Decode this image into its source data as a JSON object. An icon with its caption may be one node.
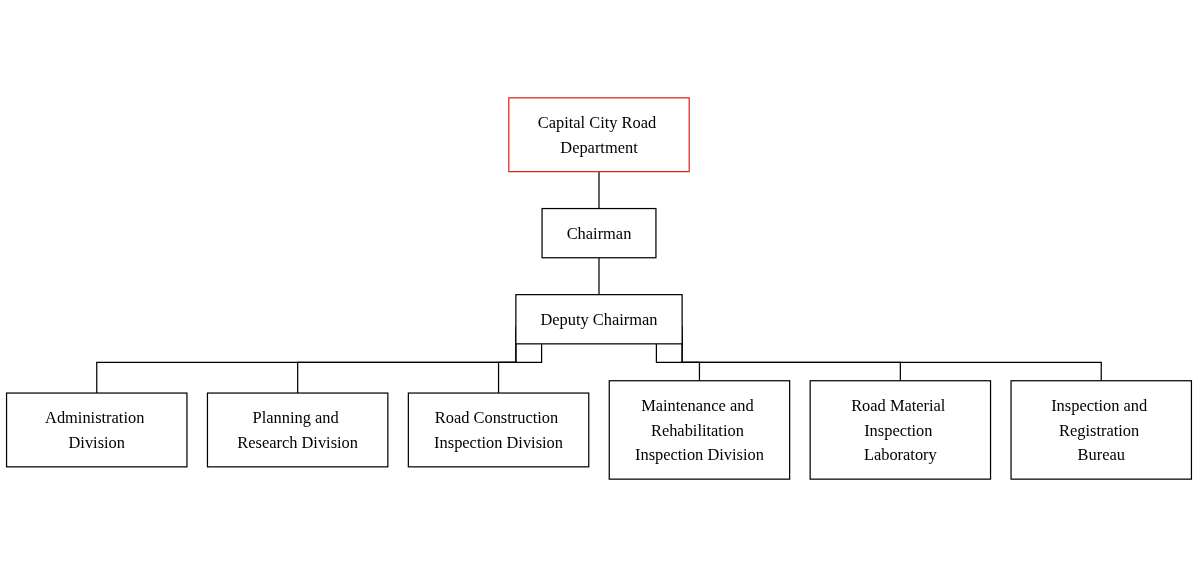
{
  "diagram": {
    "nodes": [
      {
        "text": [
          "Capital City Road Department"
        ]
      },
      {
        "text": [
          "Chairman"
        ]
      },
      {
        "text": [
          "Deputy Chairman"
        ]
      },
      {
        "text": [
          "Administration Division"
        ]
      },
      {
        "text": [
          "Planning and Research Division"
        ]
      },
      {
        "text": [
          "Road Construction Inspection Division"
        ]
      },
      {
        "text": [
          "Maintenance and Rehabilitation Inspection Division"
        ]
      },
      {
        "text": [
          "Road Material Inspection Laboratory"
        ]
      },
      {
        "text": [
          "Inspection and Registration Bureau"
        ]
      }
    ],
    "edges": [
      {
        "from": 0,
        "to": 1,
        "arrow": "none"
      },
      {
        "from": 1,
        "to": 2,
        "arrow": "none"
      },
      {
        "from": 2,
        "to": 3,
        "arrow": "none"
      },
      {
        "from": 2,
        "to": 4,
        "arrow": "none"
      },
      {
        "from": 2,
        "to": 5,
        "arrow": "none"
      },
      {
        "from": 2,
        "to": 6,
        "arrow": "none"
      },
      {
        "from": 2,
        "to": 7,
        "arrow": "none"
      },
      {
        "from": 2,
        "to": 8,
        "arrow": "none"
      }
    ]
  }
}
